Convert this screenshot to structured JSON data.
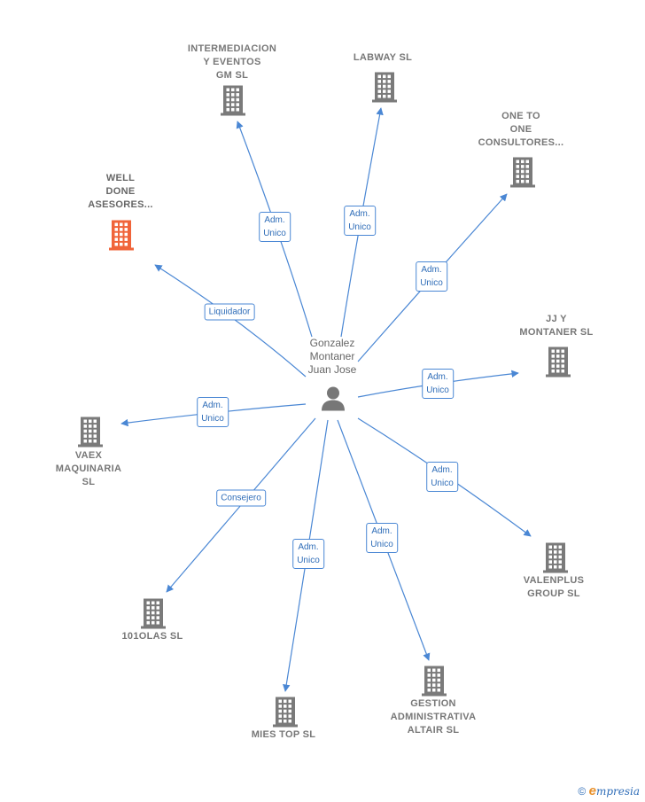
{
  "center": {
    "name": "Gonzalez\nMontaner\nJuan Jose",
    "icon": "person-icon"
  },
  "companies": [
    {
      "id": "intermediacion",
      "name": "INTERMEDIACION\nY EVENTOS\nGM  SL",
      "icon": "building-icon",
      "highlight": false
    },
    {
      "id": "labway",
      "name": "LABWAY  SL",
      "icon": "building-icon",
      "highlight": false
    },
    {
      "id": "onetoone",
      "name": "ONE TO\nONE\nCONSULTORES...",
      "icon": "building-icon",
      "highlight": false
    },
    {
      "id": "welldone",
      "name": "WELL\nDONE\nASESORES...",
      "icon": "building-icon",
      "highlight": true
    },
    {
      "id": "jjy",
      "name": "JJ Y\nMONTANER  SL",
      "icon": "building-icon",
      "highlight": false
    },
    {
      "id": "vaex",
      "name": "VAEX\nMAQUINARIA\nSL",
      "icon": "building-icon",
      "highlight": false
    },
    {
      "id": "valenplus",
      "name": "VALENPLUS\nGROUP  SL",
      "icon": "building-icon",
      "highlight": false
    },
    {
      "id": "olas",
      "name": "101OLAS  SL",
      "icon": "building-icon",
      "highlight": false
    },
    {
      "id": "gestion",
      "name": "GESTION\nADMINISTRATIVA\nALTAIR  SL",
      "icon": "building-icon",
      "highlight": false
    },
    {
      "id": "miestop",
      "name": "MIES TOP  SL",
      "icon": "building-icon",
      "highlight": false
    }
  ],
  "relations": [
    {
      "target": "intermediacion",
      "label": "Adm.\nUnico"
    },
    {
      "target": "labway",
      "label": "Adm.\nUnico"
    },
    {
      "target": "onetoone",
      "label": "Adm.\nUnico"
    },
    {
      "target": "welldone",
      "label": "Liquidador"
    },
    {
      "target": "jjy",
      "label": "Adm.\nUnico"
    },
    {
      "target": "vaex",
      "label": "Adm.\nUnico"
    },
    {
      "target": "valenplus",
      "label": "Adm.\nUnico"
    },
    {
      "target": "olas",
      "label": "Consejero"
    },
    {
      "target": "miestop",
      "label": "Adm.\nUnico"
    },
    {
      "target": "gestion",
      "label": "Adm.\nUnico"
    }
  ],
  "colors": {
    "edge": "#4a87d4",
    "building": "#7a7a7a",
    "highlight": "#f0643a",
    "person": "#777777"
  },
  "footer": {
    "copyright": "©",
    "brand_initial": "e",
    "brand_rest": "mpresia"
  }
}
